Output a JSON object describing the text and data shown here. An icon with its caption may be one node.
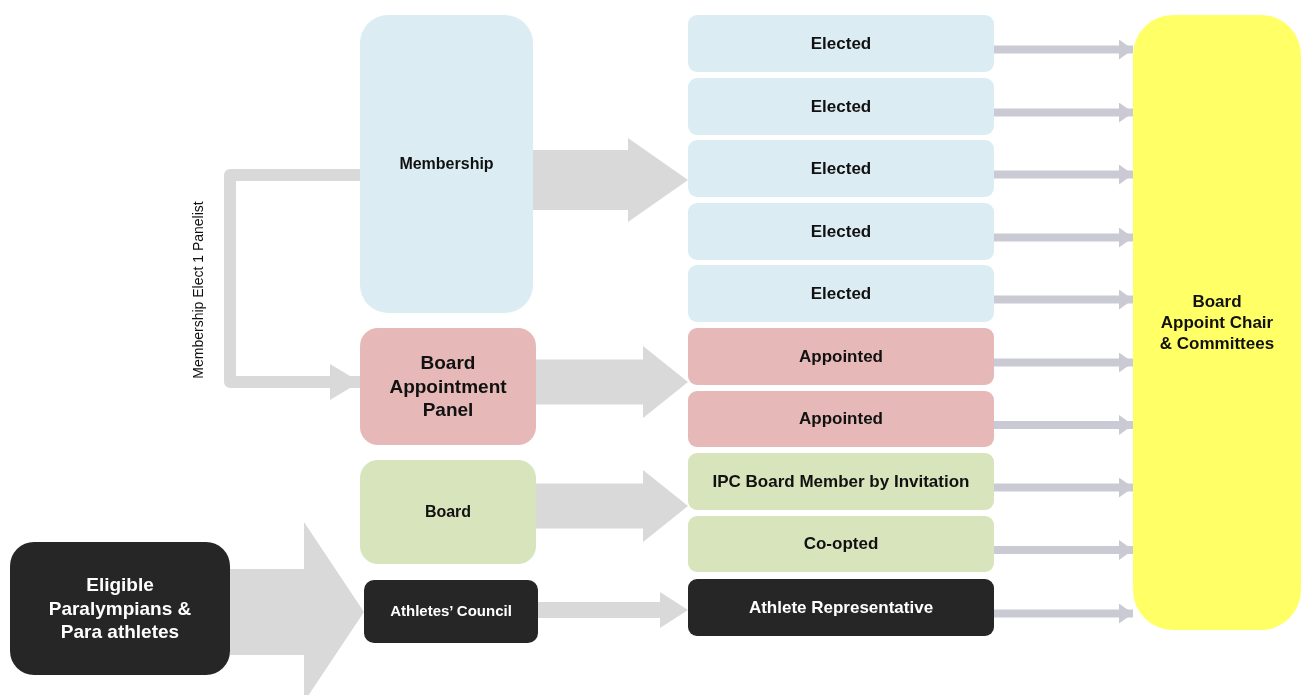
{
  "diagram": {
    "nodes": [
      {
        "text": [
          "Eligible Paralympians & Para athletes"
        ]
      },
      {
        "text": [
          "Membership"
        ]
      },
      {
        "text": [
          "Board Appointment Panel"
        ]
      },
      {
        "text": [
          "Board"
        ]
      },
      {
        "text": [
          "Athletes’ Council"
        ]
      },
      {
        "text": [
          "Elected"
        ]
      },
      {
        "text": [
          "Elected"
        ]
      },
      {
        "text": [
          "Elected"
        ]
      },
      {
        "text": [
          "Elected"
        ]
      },
      {
        "text": [
          "Elected"
        ]
      },
      {
        "text": [
          "Appointed"
        ]
      },
      {
        "text": [
          "Appointed"
        ]
      },
      {
        "text": [
          "IPC Board Member by Invitation"
        ]
      },
      {
        "text": [
          "Co-opted"
        ]
      },
      {
        "text": [
          "Athlete Representative"
        ]
      },
      {
        "text": [
          "Board",
          "Appoint Chair & Committees"
        ]
      }
    ],
    "edges": [
      {
        "from": 0,
        "to": 4,
        "arrow": "to",
        "style": "thick"
      },
      {
        "from": 1,
        "to": 2,
        "arrow": "to",
        "label": "Membership Elect 1 Panelist"
      },
      {
        "from": 1,
        "to": 7,
        "arrow": "to",
        "style": "thick"
      },
      {
        "from": 2,
        "to": 10,
        "arrow": "to",
        "style": "thick"
      },
      {
        "from": 3,
        "to": 12,
        "arrow": "to",
        "style": "thick"
      },
      {
        "from": 4,
        "to": 14,
        "arrow": "to",
        "style": "thick"
      },
      {
        "from": 5,
        "to": 15,
        "arrow": "to"
      },
      {
        "from": 6,
        "to": 15,
        "arrow": "to"
      },
      {
        "from": 7,
        "to": 15,
        "arrow": "to"
      },
      {
        "from": 8,
        "to": 15,
        "arrow": "to"
      },
      {
        "from": 9,
        "to": 15,
        "arrow": "to"
      },
      {
        "from": 10,
        "to": 15,
        "arrow": "to"
      },
      {
        "from": 11,
        "to": 15,
        "arrow": "to"
      },
      {
        "from": 12,
        "to": 15,
        "arrow": "to"
      },
      {
        "from": 13,
        "to": 15,
        "arrow": "to"
      },
      {
        "from": 14,
        "to": 15,
        "arrow": "to"
      }
    ]
  }
}
